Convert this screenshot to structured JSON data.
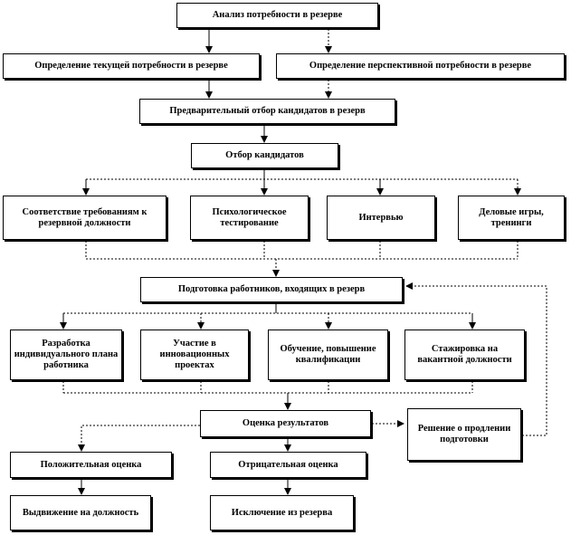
{
  "nodes": {
    "analysis": "Анализ потребности в резерве",
    "current_need": "Определение текущей потребности в резерве",
    "future_need": "Определение перспективной потребности в резерве",
    "preselection": "Предварительный отбор кандидатов в резерв",
    "selection": "Отбор кандидатов",
    "compliance": "Соответствие требованиям к резервной должности",
    "psych_testing": "Психологическое тестирование",
    "interview": "Интервью",
    "business_games": "Деловые игры, тренинги",
    "training_reserve": "Подготовка работников, входящих в резерв",
    "individual_plan": "Разработка индивидуального плана работника",
    "innovation_projects": "Участие в инновационных проектах",
    "education": "Обучение, повышение квалификации",
    "internship": "Стажировка на вакантной должности",
    "evaluation": "Оценка результатов",
    "continue_decision": "Решение о продлении подготовки",
    "positive": "Положительная оценка",
    "negative": "Отрицательная оценка",
    "promotion": "Выдвижение на должность",
    "exclusion": "Исключение из резерва"
  }
}
